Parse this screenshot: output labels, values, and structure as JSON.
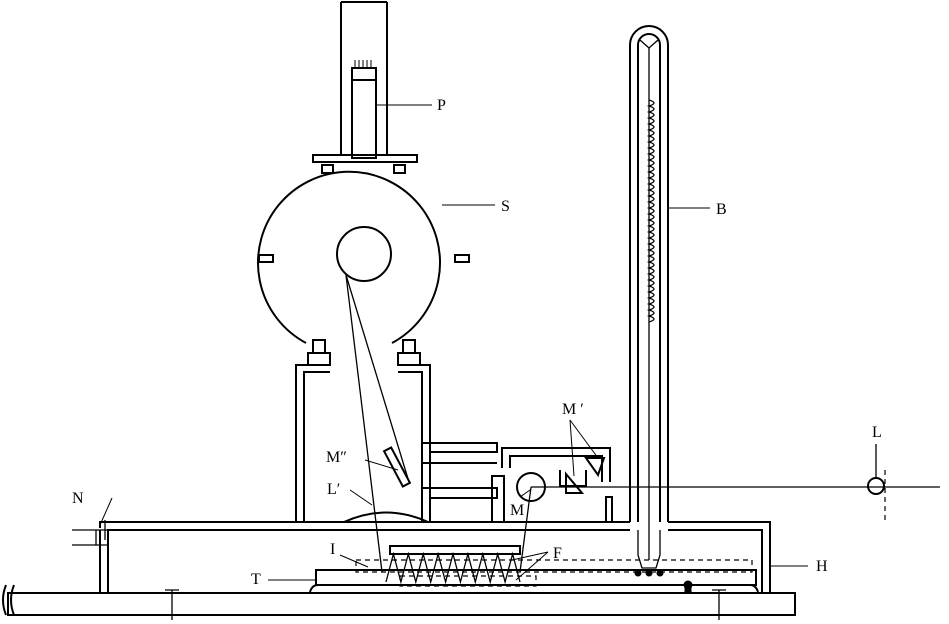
{
  "labels": {
    "P": "P",
    "S": "S",
    "B": "B",
    "M_prime": "M ′",
    "L": "L",
    "M_dprime": "M″",
    "L_prime": "L′",
    "M": "M",
    "N": "N",
    "I": "I",
    "F": "F",
    "T": "T",
    "H": "H"
  }
}
